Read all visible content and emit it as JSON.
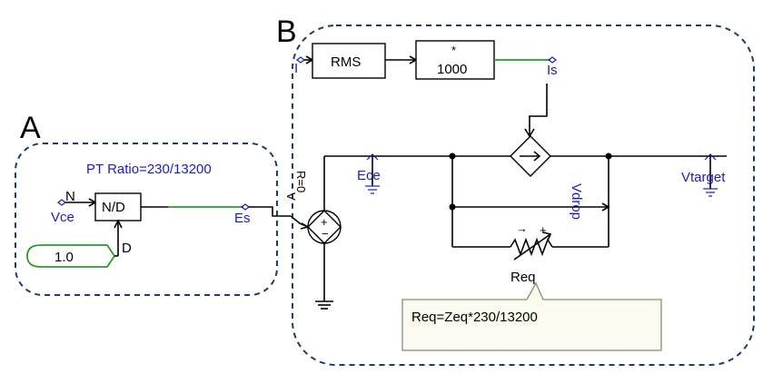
{
  "labels": {
    "section_a": "A",
    "section_b": "B"
  },
  "block_a": {
    "pt_ratio": "PT Ratio=230/13200",
    "input_n": "N",
    "input_d": "D",
    "signal_vce": "Vce",
    "divider": "N/D",
    "constant": "1.0",
    "output_es": "Es"
  },
  "block_b": {
    "rms": "RMS",
    "mult_symbol": "*",
    "mult_gain": "1000",
    "signal_in": "I",
    "signal_is": "Is",
    "r_zero": "R=0",
    "v_label": "V",
    "ece": "Ece",
    "vtarget": "Vtarget",
    "vdrop": "Vdrop",
    "req": "Req",
    "callout": "Req=Zeq*230/13200"
  },
  "colors": {
    "annotation_text": "#1a1acc",
    "wire": "#000000",
    "green_signal": "#2a9a2a",
    "group_border": "#1f3a6a",
    "callout_bg": "#fbfbf0"
  }
}
